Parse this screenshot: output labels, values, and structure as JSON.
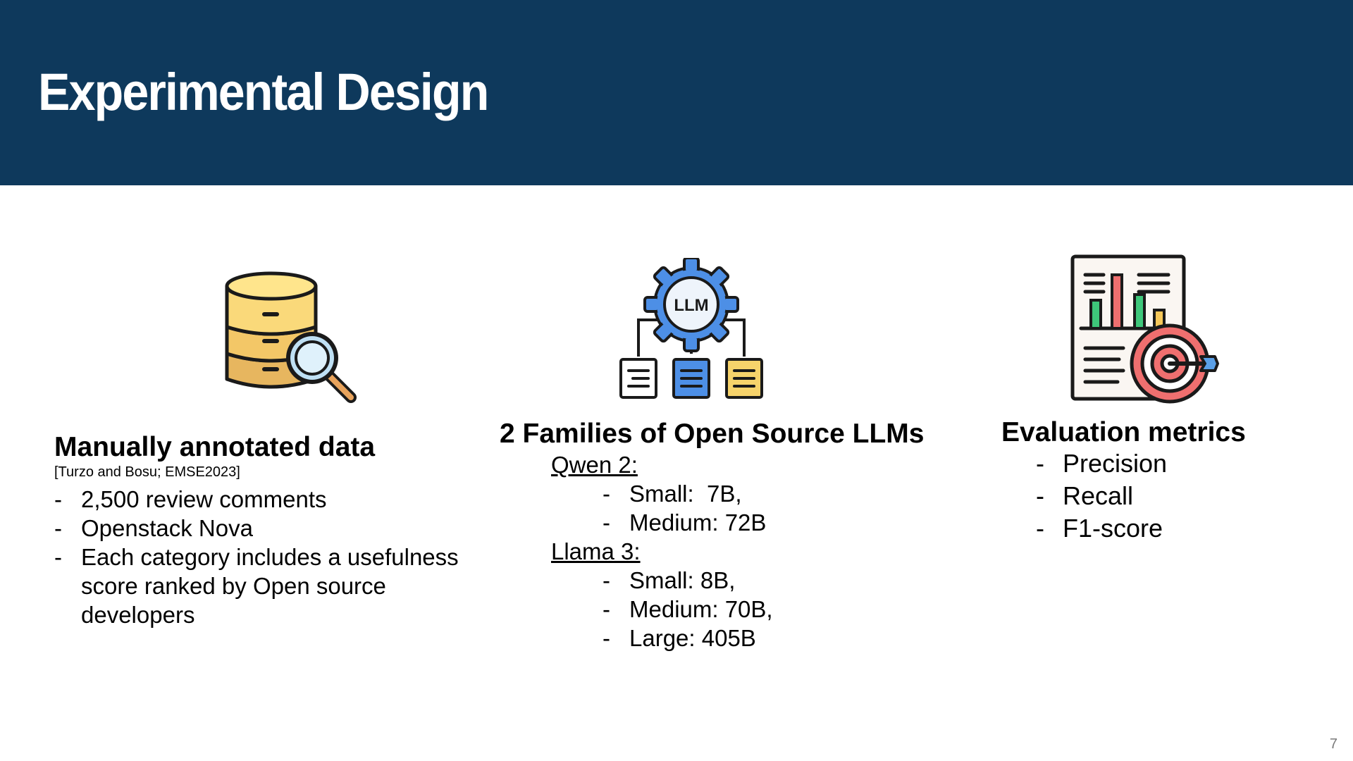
{
  "slide": {
    "title": "Experimental Design",
    "page_number": "7"
  },
  "left": {
    "heading": "Manually annotated data",
    "citation": "[Turzo and Bosu; EMSE2023]",
    "items": [
      "2,500 review comments",
      "Openstack Nova",
      "Each category includes a usefulness",
      "score ranked by Open source",
      "developers"
    ]
  },
  "middle": {
    "heading": "2 Families of Open Source LLMs",
    "icon_label": "LLM",
    "qwen": {
      "label": "Qwen 2:",
      "items": [
        "Small:  7B,",
        "Medium: 72B"
      ]
    },
    "llama": {
      "label": "Llama 3:",
      "items": [
        "Small: 8B,",
        "Medium: 70B,",
        "Large: 405B"
      ]
    }
  },
  "right": {
    "heading": "Evaluation metrics",
    "items": [
      "Precision",
      "Recall",
      "F1-score"
    ]
  },
  "icons": {
    "left": "database-search-icon",
    "middle": "llm-gear-network-icon",
    "right": "report-target-icon"
  }
}
